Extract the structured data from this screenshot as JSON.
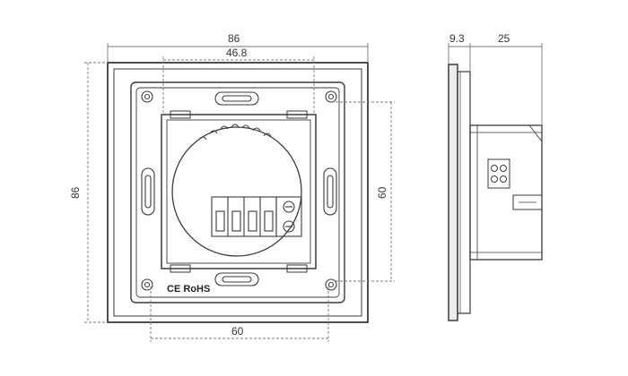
{
  "front_view": {
    "dim_top_outer": "86",
    "dim_top_inner": "46.8",
    "dim_left": "86",
    "dim_right": "60",
    "dim_bottom": "60",
    "marking": "CE RoHS"
  },
  "side_view": {
    "dim_plate": "9.3",
    "dim_depth": "25"
  },
  "colors": {
    "line": "#3a3a3a",
    "dash": "#777777",
    "plate_fill": "#ececec"
  }
}
